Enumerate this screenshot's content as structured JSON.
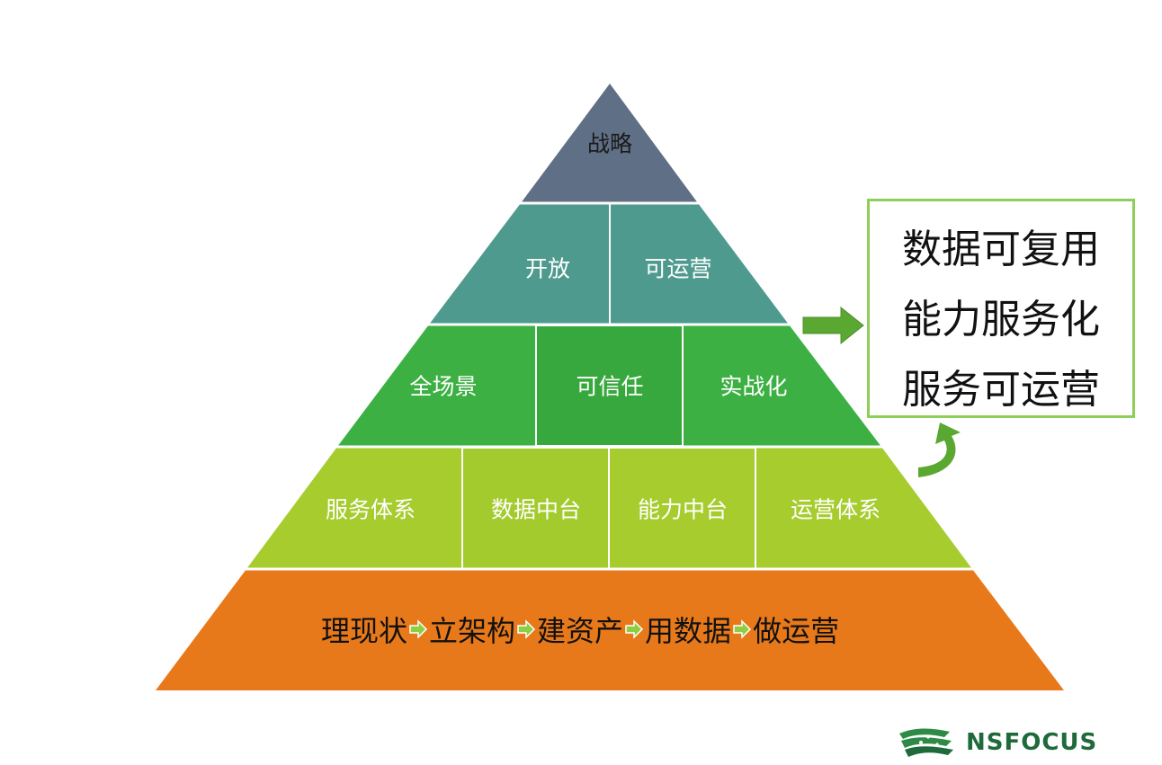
{
  "pyramid": {
    "top": "战略",
    "level2": [
      "开放",
      "可运营"
    ],
    "level3": [
      "全场景",
      "可信任",
      "实战化"
    ],
    "level4": [
      "服务体系",
      "数据中台",
      "能力中台",
      "运营体系"
    ],
    "bottom_steps": [
      "理现状",
      "立架构",
      "建资产",
      "用数据",
      "做运营"
    ]
  },
  "benefits": [
    "数据可复用",
    "能力服务化",
    "服务可运营"
  ],
  "logo": {
    "text": "NSFOCUS"
  },
  "colors": {
    "top": "#5f6f85",
    "level2": "#4f9a8e",
    "level3": "#3cb043",
    "level4": "#a6cc2e",
    "bottom": "#e8791a",
    "arrow": "#5aa832",
    "box_border": "#8ecf5a"
  }
}
